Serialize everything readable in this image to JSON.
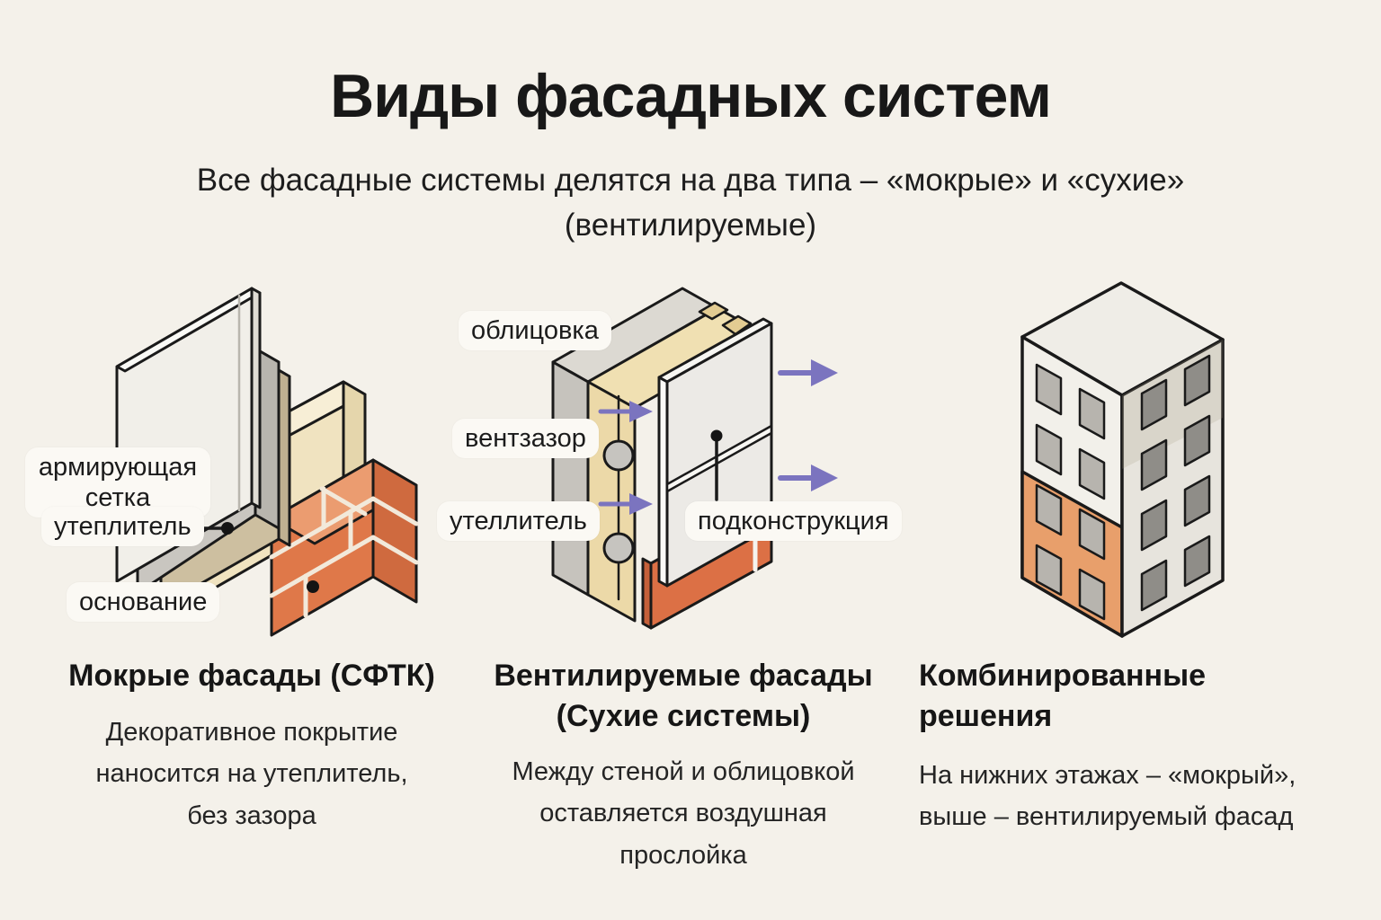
{
  "title": "Виды фасадных систем",
  "subtitle": {
    "line1": "Все фасадные системы делятся на два типа – «мокрые» и «сухие»",
    "line2": "(вентилируемые)"
  },
  "colors": {
    "background": "#f4f1ea",
    "text": "#1e1e1e",
    "outline": "#1a1a1a",
    "arrow_purple": "#7b74bf",
    "brick_orange": "#df7849",
    "brick_top": "#eb9c70",
    "brick_side": "#cf6a3f",
    "insulation_cream": "#f0e3c0",
    "insulation_tan": "#ecd9a8",
    "base_orange": "#dc7045",
    "building_orange": "#e89f6b",
    "pill_background": "#fbf9f4"
  },
  "columns": [
    {
      "id": "wet",
      "heading_lines": [
        "Мокрые фасады (СФТК)"
      ],
      "body_lines": [
        "Декоративное покрытие",
        "наносится на утеплитель,",
        "без зазора"
      ],
      "labels": {
        "mesh": "армирующая сетка",
        "insulation": "утеплитель",
        "base": "основание"
      }
    },
    {
      "id": "ventilated",
      "heading_lines": [
        "Вентилируемые фасады",
        "(Сухие системы)"
      ],
      "body_lines": [
        "Между стеной и облицовкой",
        "оставляется воздушная",
        "прослойка"
      ],
      "labels": {
        "cladding": "облицовка",
        "vent_gap": "вентзазор",
        "insulation": "утеллитель",
        "substructure": "подконструкция"
      }
    },
    {
      "id": "combined",
      "heading_lines": [
        "Комбинированные",
        "решения"
      ],
      "body_lines": [
        "На нижних этажах – «мокрый»,",
        "выше  – вентилируемый фасад"
      ]
    }
  ]
}
